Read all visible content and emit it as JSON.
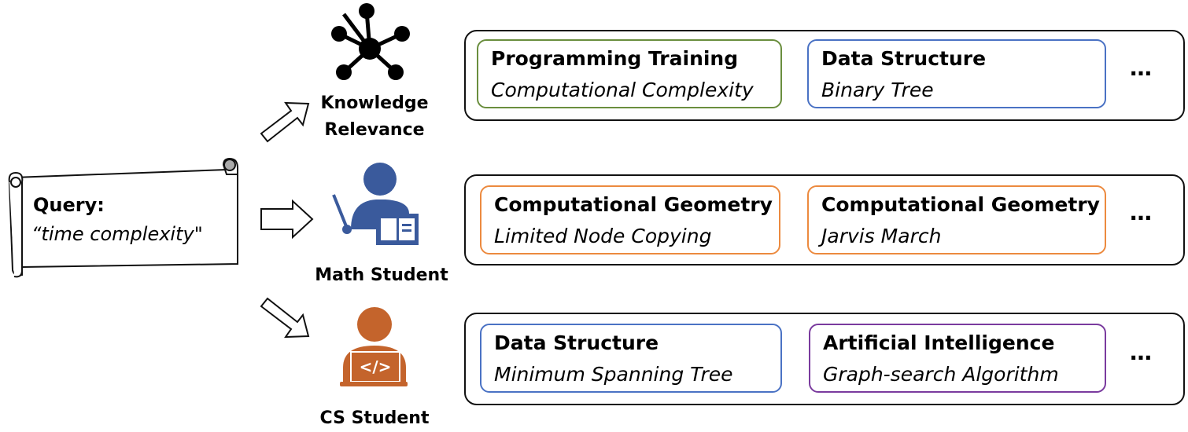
{
  "query": {
    "title": "Query:",
    "text": "“time complexity\""
  },
  "personas": [
    {
      "label_line1": "Knowledge",
      "label_line2": "Relevance",
      "icon": "network-icon"
    },
    {
      "label": "Math Student",
      "icon": "teacher-icon"
    },
    {
      "label": "CS Student",
      "icon": "programmer-icon"
    }
  ],
  "rows": [
    {
      "cards": [
        {
          "title": "Programming Training",
          "subtitle": "Computational Complexity",
          "color": "#6a8e3e"
        },
        {
          "title": "Data Structure",
          "subtitle": "Binary Tree",
          "color": "#4a72c4"
        }
      ],
      "more": "…"
    },
    {
      "cards": [
        {
          "title": "Computational Geometry",
          "subtitle": "Limited Node Copying",
          "color": "#ec8a3f"
        },
        {
          "title": "Computational Geometry",
          "subtitle": "Jarvis March",
          "color": "#ec8a3f"
        }
      ],
      "more": "…"
    },
    {
      "cards": [
        {
          "title": "Data Structure",
          "subtitle": "Minimum Spanning Tree",
          "color": "#4a72c4"
        },
        {
          "title": "Artificial Intelligence",
          "subtitle": "Graph-search Algorithm",
          "color": "#7a3b9e"
        }
      ],
      "more": "…"
    }
  ],
  "colors": {
    "math_student": "#3a5a9c",
    "cs_student": "#c4642c",
    "network": "#000000"
  }
}
